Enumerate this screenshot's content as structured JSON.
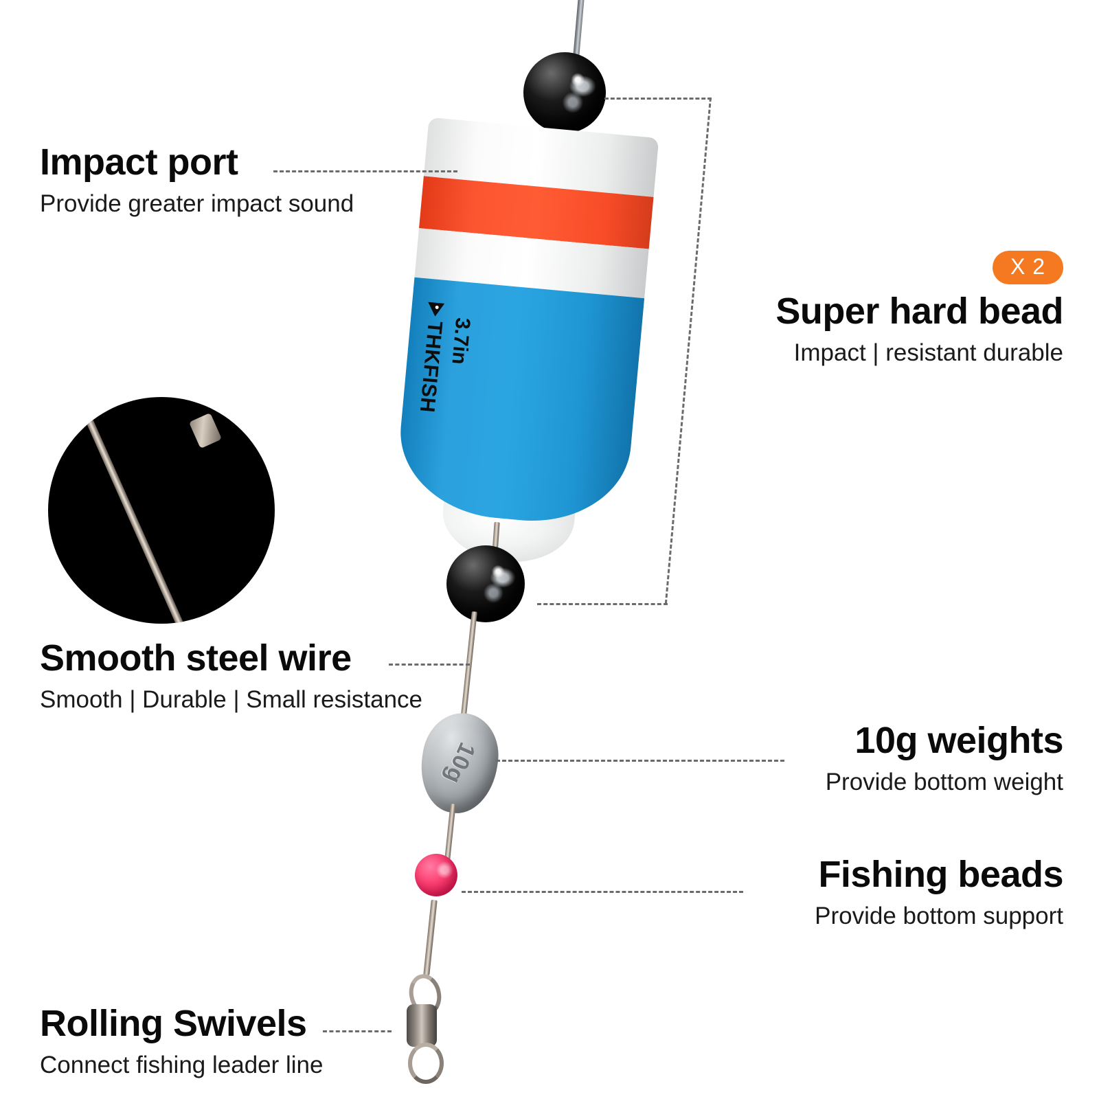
{
  "page": {
    "background": "#ffffff",
    "accent_orange": "#F47920",
    "float_blue": "#1F9AD6",
    "float_orange": "#FA4A28",
    "bead_pink": "#F4295E",
    "leader_line_color": "#6B6B6B"
  },
  "callouts": {
    "impact_port": {
      "title": "Impact port",
      "subtitle": "Provide greater impact sound"
    },
    "super_hard_bead": {
      "title": "Super hard bead",
      "subtitle": "Impact | resistant durable",
      "quantity_badge": "X 2"
    },
    "smooth_steel_wire": {
      "title": "Smooth steel wire",
      "subtitle": "Smooth | Durable | Small resistance"
    },
    "weights": {
      "title": "10g weights",
      "subtitle": "Provide bottom weight"
    },
    "fishing_beads": {
      "title": "Fishing beads",
      "subtitle": "Provide bottom support"
    },
    "rolling_swivels": {
      "title": "Rolling Swivels",
      "subtitle": "Connect fishing leader line"
    }
  },
  "product": {
    "float_brand": "THKFISH",
    "float_size": "3.7in",
    "sinker_label": "10g"
  }
}
